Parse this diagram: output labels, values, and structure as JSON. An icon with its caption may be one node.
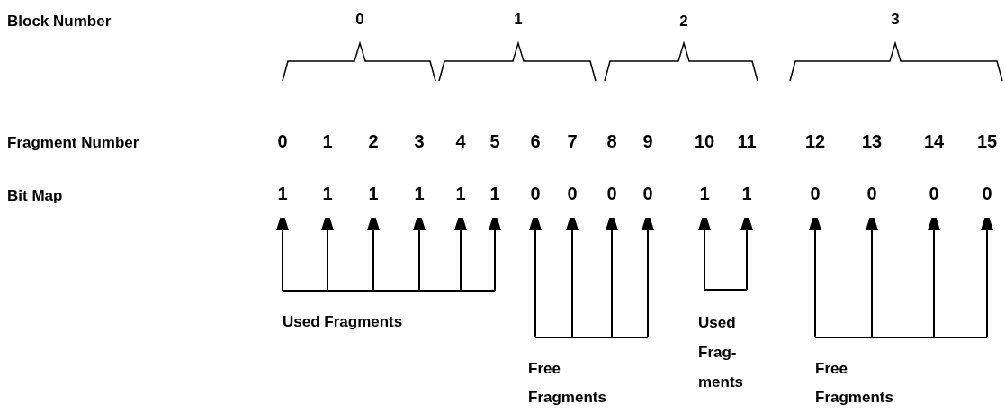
{
  "diagram": {
    "nodes": [
      {
        "text": [
          "1"
        ]
      },
      {
        "text": [
          "1"
        ]
      },
      {
        "text": [
          "1"
        ]
      },
      {
        "text": [
          "1"
        ]
      },
      {
        "text": [
          "1"
        ]
      },
      {
        "text": [
          "1"
        ]
      },
      {
        "text": [
          "0"
        ]
      },
      {
        "text": [
          "0"
        ]
      },
      {
        "text": [
          "0"
        ]
      },
      {
        "text": [
          "0"
        ]
      },
      {
        "text": [
          "1"
        ]
      },
      {
        "text": [
          "1"
        ]
      },
      {
        "text": [
          "0"
        ]
      },
      {
        "text": [
          "0"
        ]
      },
      {
        "text": [
          "0"
        ]
      },
      {
        "text": [
          "0"
        ]
      }
    ],
    "edges": [
      {
        "from": null,
        "to": 0,
        "arrow": "to"
      },
      {
        "from": null,
        "to": 1,
        "arrow": "to"
      },
      {
        "from": null,
        "to": 2,
        "arrow": "to"
      },
      {
        "from": null,
        "to": 3,
        "arrow": "to"
      },
      {
        "from": null,
        "to": 4,
        "arrow": "to"
      },
      {
        "from": null,
        "to": 5,
        "arrow": "to"
      },
      {
        "from": null,
        "to": 6,
        "arrow": "to"
      },
      {
        "from": null,
        "to": 7,
        "arrow": "to"
      },
      {
        "from": null,
        "to": 8,
        "arrow": "to"
      },
      {
        "from": null,
        "to": 9,
        "arrow": "to"
      },
      {
        "from": null,
        "to": 10,
        "arrow": "to"
      },
      {
        "from": null,
        "to": 11,
        "arrow": "to"
      },
      {
        "from": null,
        "to": 12,
        "arrow": "to"
      },
      {
        "from": null,
        "to": 13,
        "arrow": "to"
      },
      {
        "from": null,
        "to": 14,
        "arrow": "to"
      },
      {
        "from": null,
        "to": 15,
        "arrow": "to"
      }
    ],
    "labels": [
      "Block Number",
      "0",
      "1",
      "2",
      "3",
      "Fragment Number",
      "0",
      "1",
      "2",
      "3",
      "4",
      "5",
      "6",
      "7",
      "8",
      "9",
      "10",
      "11",
      "12",
      "13",
      "14",
      "15",
      "Bit Map",
      "Used Fragments",
      "Used Frag- ments",
      "Free Fragments",
      "Free Fragments"
    ]
  }
}
